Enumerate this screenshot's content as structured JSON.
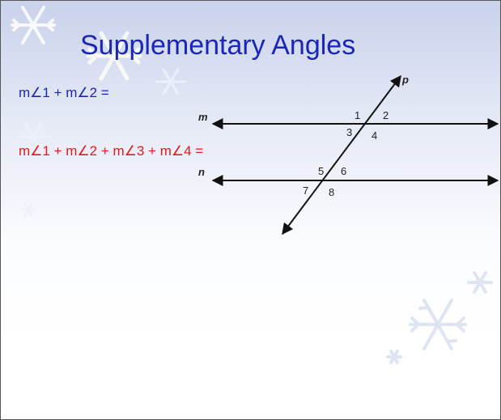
{
  "slide": {
    "title": "Supplementary Angles",
    "equation_1": "m∠1 + m∠2 =",
    "equation_2": "m∠1 + m∠2 + m∠3 + m∠4 =",
    "colors": {
      "title": "#1a26b8",
      "equation_1": "#1a26b8",
      "equation_2": "#e81818"
    }
  },
  "diagram": {
    "line_m": "m",
    "line_n": "n",
    "transversal": "p",
    "angles": [
      "1",
      "2",
      "3",
      "4",
      "5",
      "6",
      "7",
      "8"
    ]
  },
  "decorations": {
    "icon": "snowflake-icon"
  }
}
